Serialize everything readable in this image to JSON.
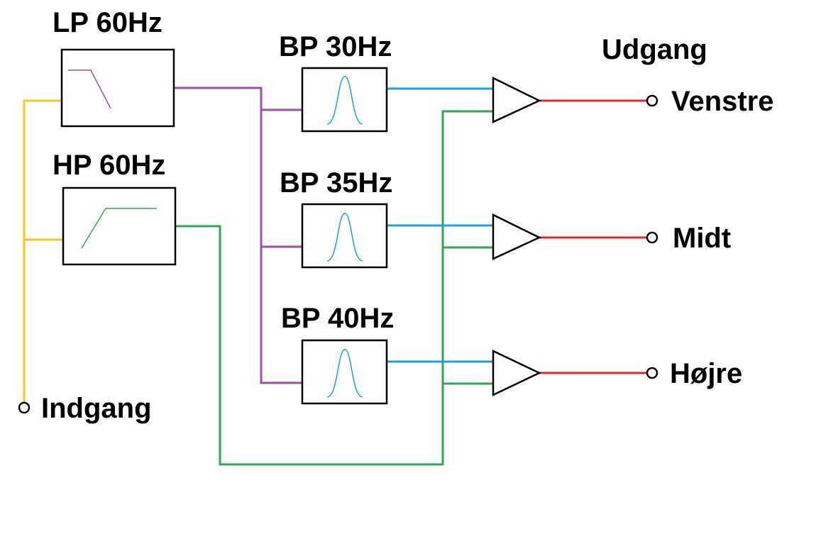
{
  "diagram": {
    "input_label": "Indgang",
    "output_heading": "Udgang",
    "filters": {
      "lp": "LP 60Hz",
      "hp": "HP 60Hz",
      "bp1": "BP 30Hz",
      "bp2": "BP 35Hz",
      "bp3": "BP 40Hz"
    },
    "outputs": {
      "left": "Venstre",
      "mid": "Midt",
      "right": "Højre"
    }
  },
  "colors": {
    "input_wire": "#f5c518",
    "lowpass_wire": "#9b4fa8",
    "highpass_wire": "#2ea84f",
    "bandpass_wire": "#1fa0d6",
    "output_wire": "#e02828",
    "outline": "#000000"
  },
  "icons": {
    "lp": "lowpass-response-icon",
    "hp": "highpass-response-icon",
    "bp": "bandpass-response-icon",
    "amp": "amplifier-triangle",
    "terminal": "terminal-circle"
  }
}
